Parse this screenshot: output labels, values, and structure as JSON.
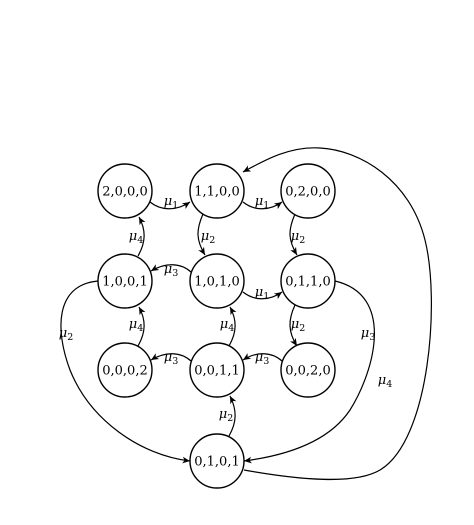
{
  "diagram": {
    "nodes": [
      {
        "id": "n2000",
        "label": "2,0,0,0"
      },
      {
        "id": "n1100",
        "label": "1,1,0,0"
      },
      {
        "id": "n0200",
        "label": "0,2,0,0"
      },
      {
        "id": "n1001",
        "label": "1,0,0,1"
      },
      {
        "id": "n1010",
        "label": "1,0,1,0"
      },
      {
        "id": "n0110",
        "label": "0,1,1,0"
      },
      {
        "id": "n0002",
        "label": "0,0,0,2"
      },
      {
        "id": "n0011",
        "label": "0,0,1,1"
      },
      {
        "id": "n0020",
        "label": "0,0,2,0"
      },
      {
        "id": "n0101",
        "label": "0,1,0,1"
      }
    ],
    "edges": [
      {
        "from": "n2000",
        "to": "n1100",
        "label": "μ1"
      },
      {
        "from": "n1100",
        "to": "n0200",
        "label": "μ1"
      },
      {
        "from": "n1100",
        "to": "n1010",
        "label": "μ2"
      },
      {
        "from": "n0200",
        "to": "n0110",
        "label": "μ2"
      },
      {
        "from": "n1001",
        "to": "n2000",
        "label": "μ4"
      },
      {
        "from": "n1010",
        "to": "n1001",
        "label": "μ3"
      },
      {
        "from": "n1010",
        "to": "n0110",
        "label": "μ1"
      },
      {
        "from": "n0002",
        "to": "n1001",
        "label": "μ4"
      },
      {
        "from": "n0011",
        "to": "n1010",
        "label": "μ4"
      },
      {
        "from": "n0110",
        "to": "n0020",
        "label": "μ2"
      },
      {
        "from": "n0011",
        "to": "n0002",
        "label": "μ3"
      },
      {
        "from": "n0020",
        "to": "n0011",
        "label": "μ3"
      },
      {
        "from": "n0101",
        "to": "n0011",
        "label": "μ2"
      },
      {
        "from": "n1001",
        "to": "n0101",
        "label": "μ2"
      },
      {
        "from": "n0110",
        "to": "n0101",
        "label": "μ3"
      },
      {
        "from": "n0101",
        "to": "n1100",
        "label": "μ4"
      }
    ]
  }
}
